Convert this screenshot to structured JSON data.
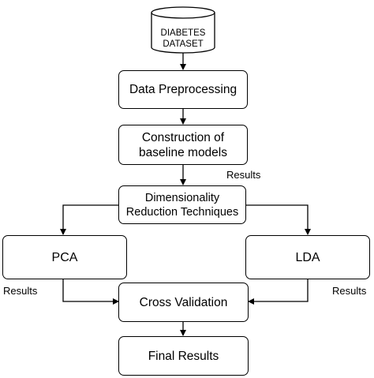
{
  "nodes": {
    "dataset": "DIABETES\nDATASET",
    "preprocessing": "Data Preprocessing",
    "baseline": "Construction of\nbaseline models",
    "dim_reduction": "Dimensionality\nReduction Techniques",
    "pca": "PCA",
    "lda": "LDA",
    "cross_validation": "Cross Validation",
    "final_results": "Final Results"
  },
  "edge_labels": {
    "baseline_results": "Results",
    "pca_results": "Results",
    "lda_results": "Results"
  }
}
